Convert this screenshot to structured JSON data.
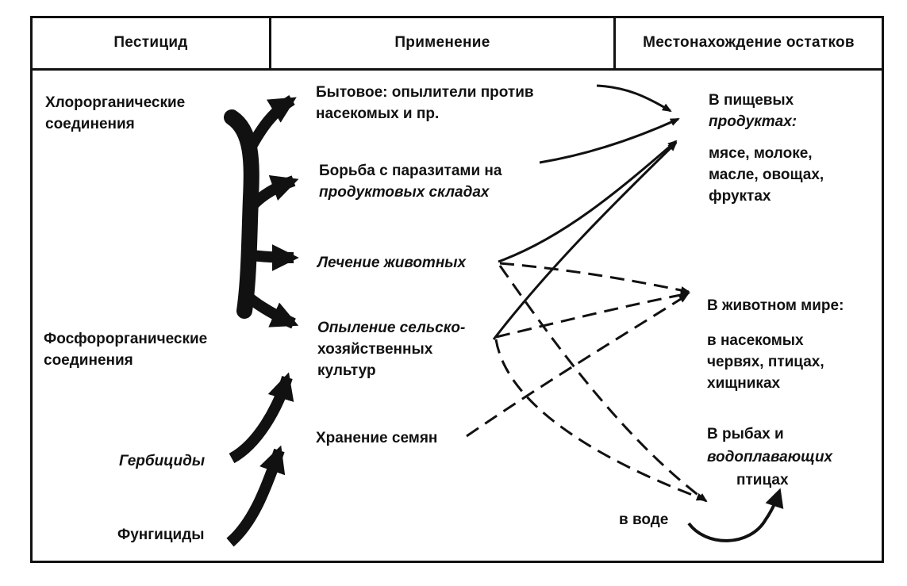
{
  "header": {
    "col1": "Пестицид",
    "col2": "Применение",
    "col3": "Местонахождение остатков"
  },
  "pesticides": {
    "chloro_line1": "Хлорорганические",
    "chloro_line2": "соединения",
    "phospho_line1": "Фосфорорганические",
    "phospho_line2": "соединения",
    "herbicides": "Гербициды",
    "fungicides": "Фунгициды"
  },
  "uses": {
    "household_line1": "Бытовое: опылители против",
    "household_line2": "насекомых и пр.",
    "storage_line1": "Борьба с паразитами на",
    "storage_line2": "продуктовых складах",
    "animals": "Лечение животных",
    "crops_line1": "Опыление сельско-",
    "crops_line2": "хозяйственных",
    "crops_line3": "культур",
    "seeds": "Хранение семян"
  },
  "residues": {
    "food_line1": "В пищевых",
    "food_line2": "продуктах:",
    "food_line3": "мясе, молоке,",
    "food_line4": "масле, овощах,",
    "food_line5": "фруктах",
    "wildlife_line1": "В животном мире:",
    "wildlife_line2": "в насекомых",
    "wildlife_line3": "червях, птицах,",
    "wildlife_line4": "хищниках",
    "fish_line1": "В рыбах и",
    "fish_line2": "водоплавающих",
    "fish_line3": "птицах",
    "water": "в воде"
  }
}
